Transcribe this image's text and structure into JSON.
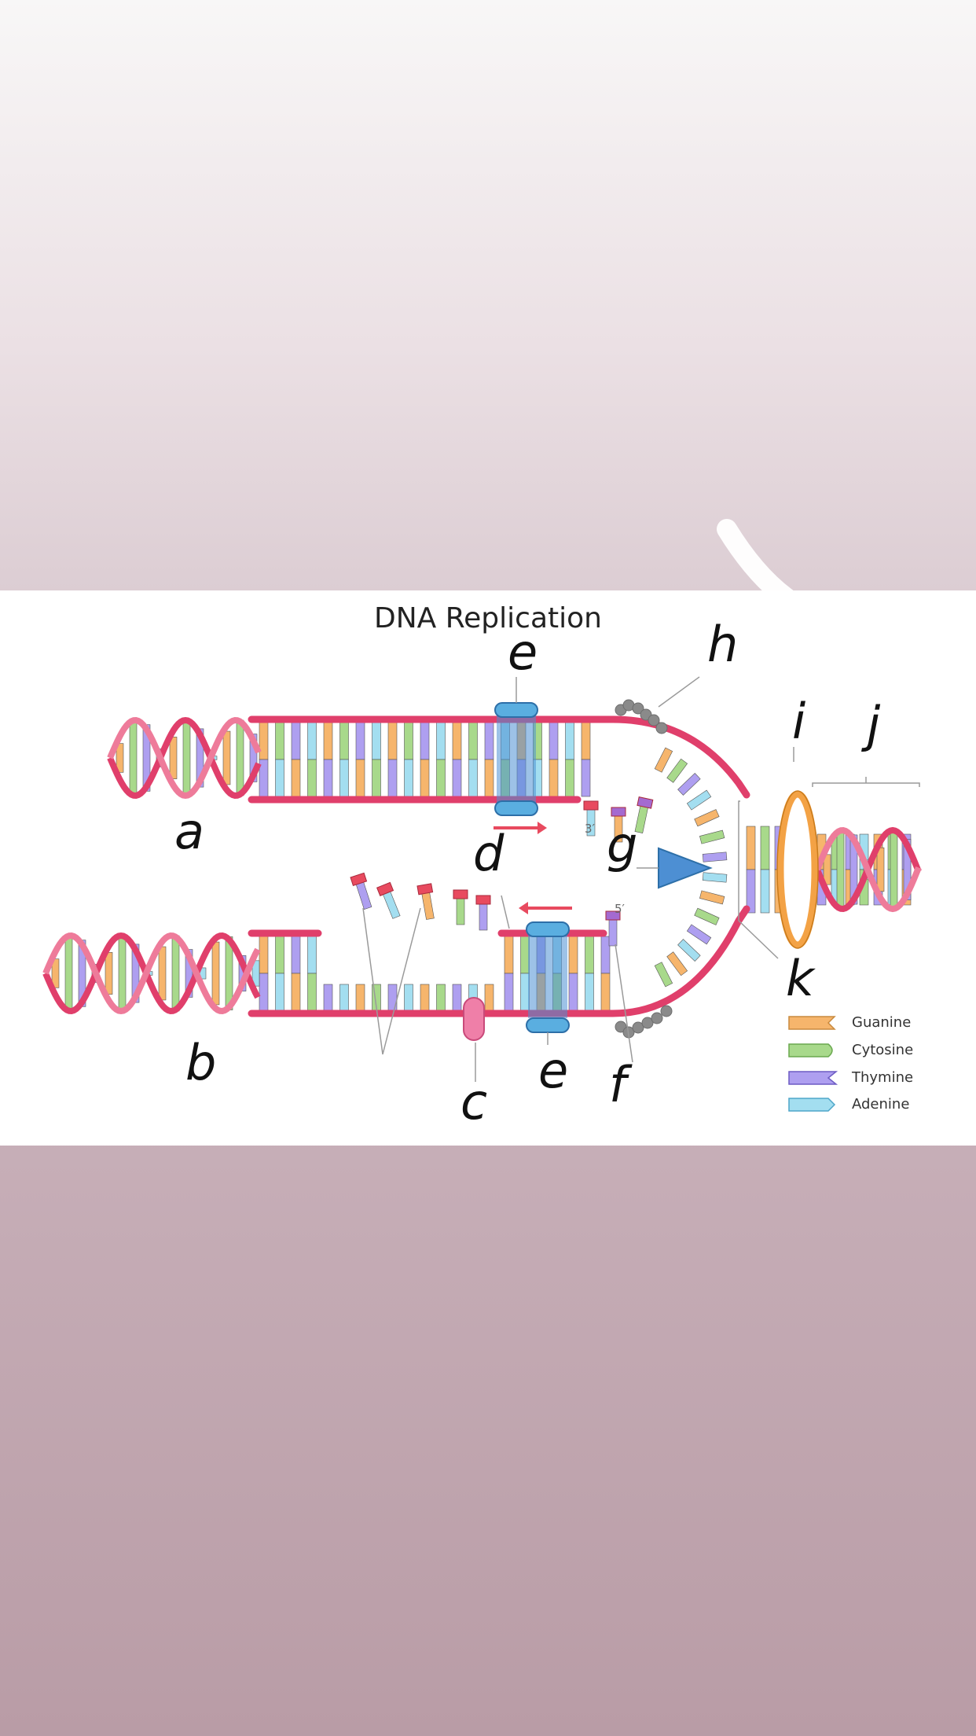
{
  "diagram": {
    "title": "DNA Replication",
    "labels": [
      "a",
      "b",
      "c",
      "d",
      "e",
      "e",
      "f",
      "g",
      "h",
      "i",
      "j",
      "k"
    ],
    "primes": {
      "three_prime": "3′",
      "five_prime": "5′"
    },
    "legend": [
      {
        "name": "Guanine",
        "color": "#f6b56c"
      },
      {
        "name": "Cytosine",
        "color": "#a8d98b"
      },
      {
        "name": "Thymine",
        "color": "#ae9ff0"
      },
      {
        "name": "Adenine",
        "color": "#a3def0"
      }
    ]
  },
  "colors": {
    "strand": "#e03f6b",
    "strand_light": "#ee7b9a",
    "primer_red": "#e84a5f",
    "clamp_blue": "#5aaee0",
    "helicase_blue": "#4d8fd3",
    "ring_orange": "#f3a245",
    "ssb_gray": "#8a8a8a",
    "ligase_pink": "#ef7fa8"
  }
}
